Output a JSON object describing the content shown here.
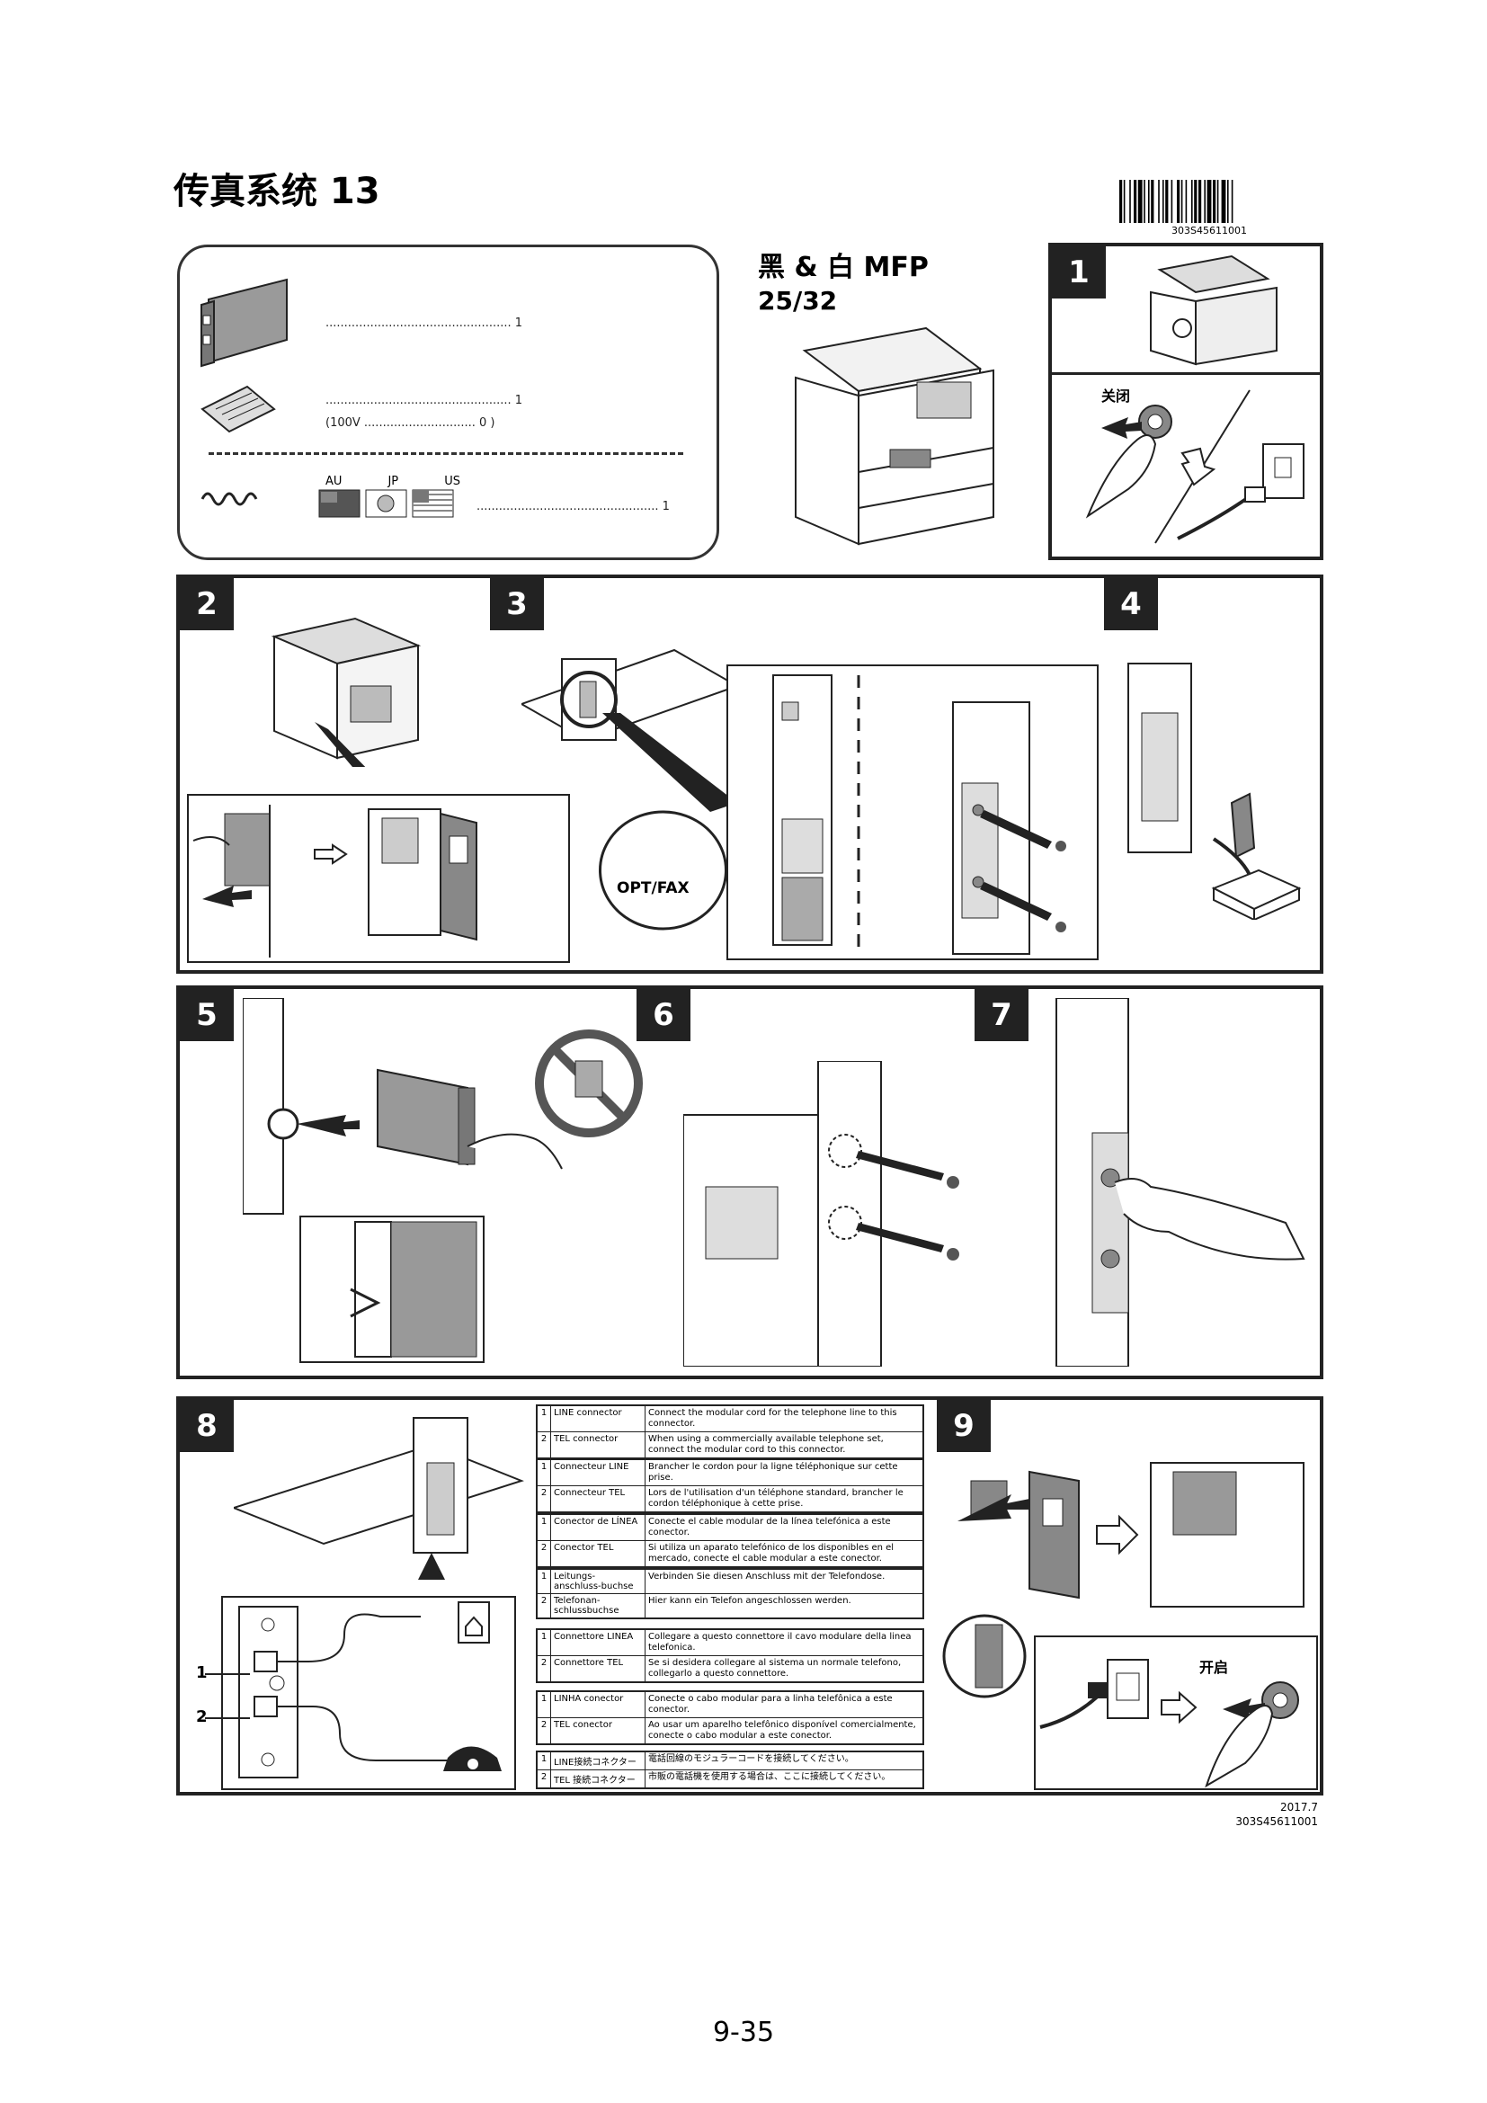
{
  "page": {
    "title": "传真系统 13",
    "page_number": "9-35",
    "footer_date": "2017.7",
    "footer_code": "303S45611001"
  },
  "barcode": {
    "number": "303S45611001"
  },
  "parts": {
    "item1_qty": "1",
    "item2_qty": "1",
    "item2_note_prefix": "(100V",
    "item2_note_suffix": "0 )",
    "item3_qty": "1",
    "regions": [
      "AU",
      "JP",
      "US"
    ]
  },
  "model": {
    "line1": "黑 & 白 MFP",
    "line2": "25/32"
  },
  "steps": {
    "s1": "1",
    "s2": "2",
    "s3": "3",
    "s4": "4",
    "s5": "5",
    "s6": "6",
    "s7": "7",
    "s8": "8",
    "s9": "9"
  },
  "labels": {
    "off": "关闭",
    "on": "开启",
    "opt_fax": "OPT/FAX",
    "conn1": "1",
    "conn2": "2"
  },
  "connector_tables": [
    {
      "rows": [
        {
          "n": "1",
          "label": "LINE connector",
          "desc": "Connect the modular cord for the telephone line to this connector."
        },
        {
          "n": "2",
          "label": "TEL connector",
          "desc": "When using a commercially available telephone set, connect the modular cord to this connector."
        }
      ]
    },
    {
      "rows": [
        {
          "n": "1",
          "label": "Connecteur LINE",
          "desc": "Brancher le cordon pour la ligne téléphonique sur cette prise."
        },
        {
          "n": "2",
          "label": "Connecteur TEL",
          "desc": "Lors de l'utilisation d'un téléphone standard, brancher le cordon téléphonique à cette prise."
        }
      ]
    },
    {
      "rows": [
        {
          "n": "1",
          "label": "Conector de LÍNEA",
          "desc": "Conecte el cable modular de la línea telefónica a este conector."
        },
        {
          "n": "2",
          "label": "Conector TEL",
          "desc": "Si utiliza un aparato telefónico de los disponibles en el mercado, conecte el cable modular a este conector."
        }
      ]
    },
    {
      "rows": [
        {
          "n": "1",
          "label": "Leitungs-anschluss-buchse",
          "desc": "Verbinden Sie diesen Anschluss mit der Telefondose."
        },
        {
          "n": "2",
          "label": "Telefonan-schlussbuchse",
          "desc": "Hier kann ein Telefon angeschlossen werden."
        }
      ]
    },
    {
      "rows": [
        {
          "n": "1",
          "label": "Connettore LINEA",
          "desc": "Collegare a questo connettore il cavo modulare della linea telefonica."
        },
        {
          "n": "2",
          "label": "Connettore TEL",
          "desc": "Se si desidera collegare al sistema un normale telefono, collegarlo a questo connettore."
        }
      ]
    },
    {
      "rows": [
        {
          "n": "1",
          "label": "LINHA conector",
          "desc": "Conecte o cabo modular para a linha telefônica a este conector."
        },
        {
          "n": "2",
          "label": "TEL conector",
          "desc": "Ao usar um aparelho telefônico disponível comercialmente, conecte o cabo modular a este conector."
        }
      ]
    },
    {
      "rows": [
        {
          "n": "1",
          "label": "LINE接続コネクター",
          "desc": "電話回線のモジュラーコードを接続してください。"
        },
        {
          "n": "2",
          "label": "TEL 接続コネクター",
          "desc": "市販の電話機を使用する場合は、ここに接続してください。"
        }
      ]
    }
  ]
}
